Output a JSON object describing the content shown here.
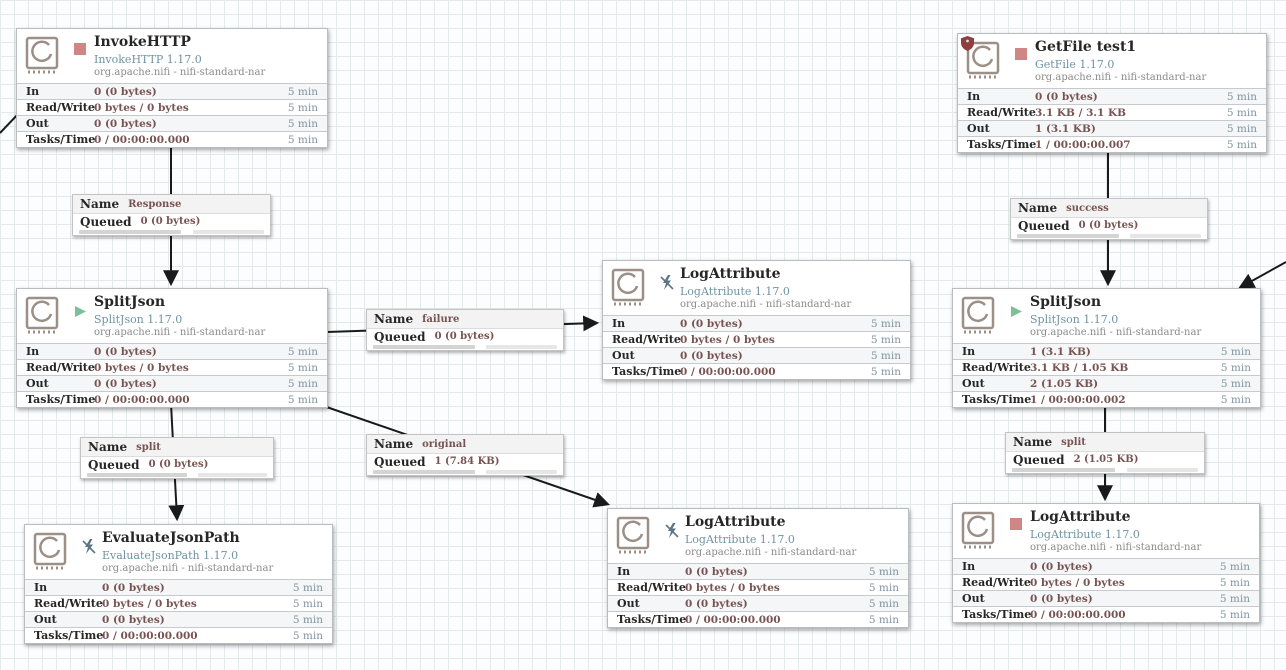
{
  "conn_labels": {
    "name": "Name",
    "queued": "Queued"
  },
  "stat_labels": {
    "in": "In",
    "rw": "Read/Write",
    "out": "Out",
    "tasks": "Tasks/Time"
  },
  "time_window": "5 min",
  "colors": {
    "running": "#7dbf97",
    "stopped": "#d18686",
    "disabled": "#5d7687",
    "stat_value": "#775351",
    "time_text": "#7e95a0",
    "type_text": "#6f93a3",
    "stamp_icon": "#9b8f88",
    "warning_badge": "#8e3f3f",
    "wire": "#1a1a1a"
  },
  "processors": [
    {
      "name": "InvokeHTTP",
      "type": "InvokeHTTP 1.17.0",
      "org": "org.apache.nifi - nifi-standard-nar",
      "state": "stopped",
      "stats": {
        "in": "0 (0 bytes)",
        "rw": "0 bytes / 0 bytes",
        "out": "0 (0 bytes)",
        "tasks": "0 / 00:00:00.000"
      }
    },
    {
      "name": "GetFile test1",
      "type": "GetFile 1.17.0",
      "org": "org.apache.nifi - nifi-standard-nar",
      "state": "stopped",
      "badge": "warning-shield",
      "stats": {
        "in": "0 (0 bytes)",
        "rw": "3.1 KB / 3.1 KB",
        "out": "1 (3.1 KB)",
        "tasks": "1 / 00:00:00.007"
      }
    },
    {
      "name": "SplitJson",
      "type": "SplitJson 1.17.0",
      "org": "org.apache.nifi - nifi-standard-nar",
      "state": "running",
      "stats": {
        "in": "0 (0 bytes)",
        "rw": "0 bytes / 0 bytes",
        "out": "0 (0 bytes)",
        "tasks": "0 / 00:00:00.000"
      }
    },
    {
      "name": "LogAttribute",
      "type": "LogAttribute 1.17.0",
      "org": "org.apache.nifi - nifi-standard-nar",
      "state": "disabled",
      "stats": {
        "in": "0 (0 bytes)",
        "rw": "0 bytes / 0 bytes",
        "out": "0 (0 bytes)",
        "tasks": "0 / 00:00:00.000"
      }
    },
    {
      "name": "SplitJson",
      "type": "SplitJson 1.17.0",
      "org": "org.apache.nifi - nifi-standard-nar",
      "state": "running",
      "stats": {
        "in": "1 (3.1 KB)",
        "rw": "3.1 KB / 1.05 KB",
        "out": "2 (1.05 KB)",
        "tasks": "1 / 00:00:00.002"
      }
    },
    {
      "name": "EvaluateJsonPath",
      "type": "EvaluateJsonPath 1.17.0",
      "org": "org.apache.nifi - nifi-standard-nar",
      "state": "disabled",
      "stats": {
        "in": "0 (0 bytes)",
        "rw": "0 bytes / 0 bytes",
        "out": "0 (0 bytes)",
        "tasks": "0 / 00:00:00.000"
      }
    },
    {
      "name": "LogAttribute",
      "type": "LogAttribute 1.17.0",
      "org": "org.apache.nifi - nifi-standard-nar",
      "state": "disabled",
      "stats": {
        "in": "0 (0 bytes)",
        "rw": "0 bytes / 0 bytes",
        "out": "0 (0 bytes)",
        "tasks": "0 / 00:00:00.000"
      }
    },
    {
      "name": "LogAttribute",
      "type": "LogAttribute 1.17.0",
      "org": "org.apache.nifi - nifi-standard-nar",
      "state": "stopped",
      "stats": {
        "in": "0 (0 bytes)",
        "rw": "0 bytes / 0 bytes",
        "out": "0 (0 bytes)",
        "tasks": "0 / 00:00:00.000"
      }
    }
  ],
  "connections": [
    {
      "name": "Response",
      "queued": "0 (0 bytes)"
    },
    {
      "name": "failure",
      "queued": "0 (0 bytes)"
    },
    {
      "name": "split",
      "queued": "0 (0 bytes)"
    },
    {
      "name": "original",
      "queued": "1 (7.84 KB)"
    },
    {
      "name": "success",
      "queued": "0 (0 bytes)"
    },
    {
      "name": "split",
      "queued": "2 (1.05 KB)"
    }
  ]
}
